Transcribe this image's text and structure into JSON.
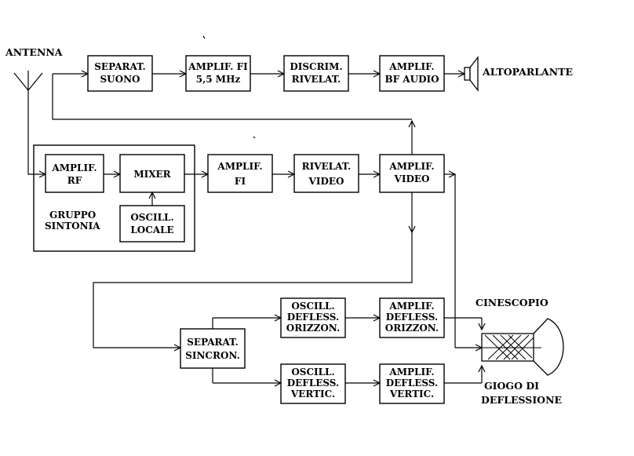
{
  "labels": {
    "antenna": "ANTENNA",
    "speaker": "ALTOPARLANTE",
    "tuner_group": [
      "GRUPPO",
      "SINTONIA"
    ],
    "crt": "CINESCOPIO",
    "yoke": [
      "GIOGO DI",
      "DEFLESSIONE"
    ]
  },
  "blocks": {
    "sound_sep": [
      "SEPARAT.",
      "SUONO"
    ],
    "if_sound": [
      "AMPLIF. FI",
      "5,5 MHz"
    ],
    "discrim": [
      "DISCRIM.",
      "RIVELAT."
    ],
    "audio_amp": [
      "AMPLIF.",
      "BF  AUDIO"
    ],
    "rf_amp": [
      "AMPLIF.",
      "RF"
    ],
    "mixer": [
      "MIXER"
    ],
    "local_osc": [
      "OSCILL.",
      "LOCALE"
    ],
    "if_amp": [
      "AMPLIF.",
      "FI"
    ],
    "video_det": [
      "RIVELAT.",
      "VIDEO"
    ],
    "video_amp": [
      "AMPLIF.",
      "VIDEO"
    ],
    "sync_sep": [
      "SEPARAT.",
      "SINCRON."
    ],
    "h_osc": [
      "OSCILL.",
      "DEFLESS.",
      "ORIZZON."
    ],
    "h_amp": [
      "AMPLIF.",
      "DEFLESS.",
      "ORIZZON."
    ],
    "v_osc": [
      "OSCILL.",
      "DEFLESS.",
      "VERTIC."
    ],
    "v_amp": [
      "AMPLIF.",
      "DEFLESS.",
      "VERTIC."
    ]
  }
}
